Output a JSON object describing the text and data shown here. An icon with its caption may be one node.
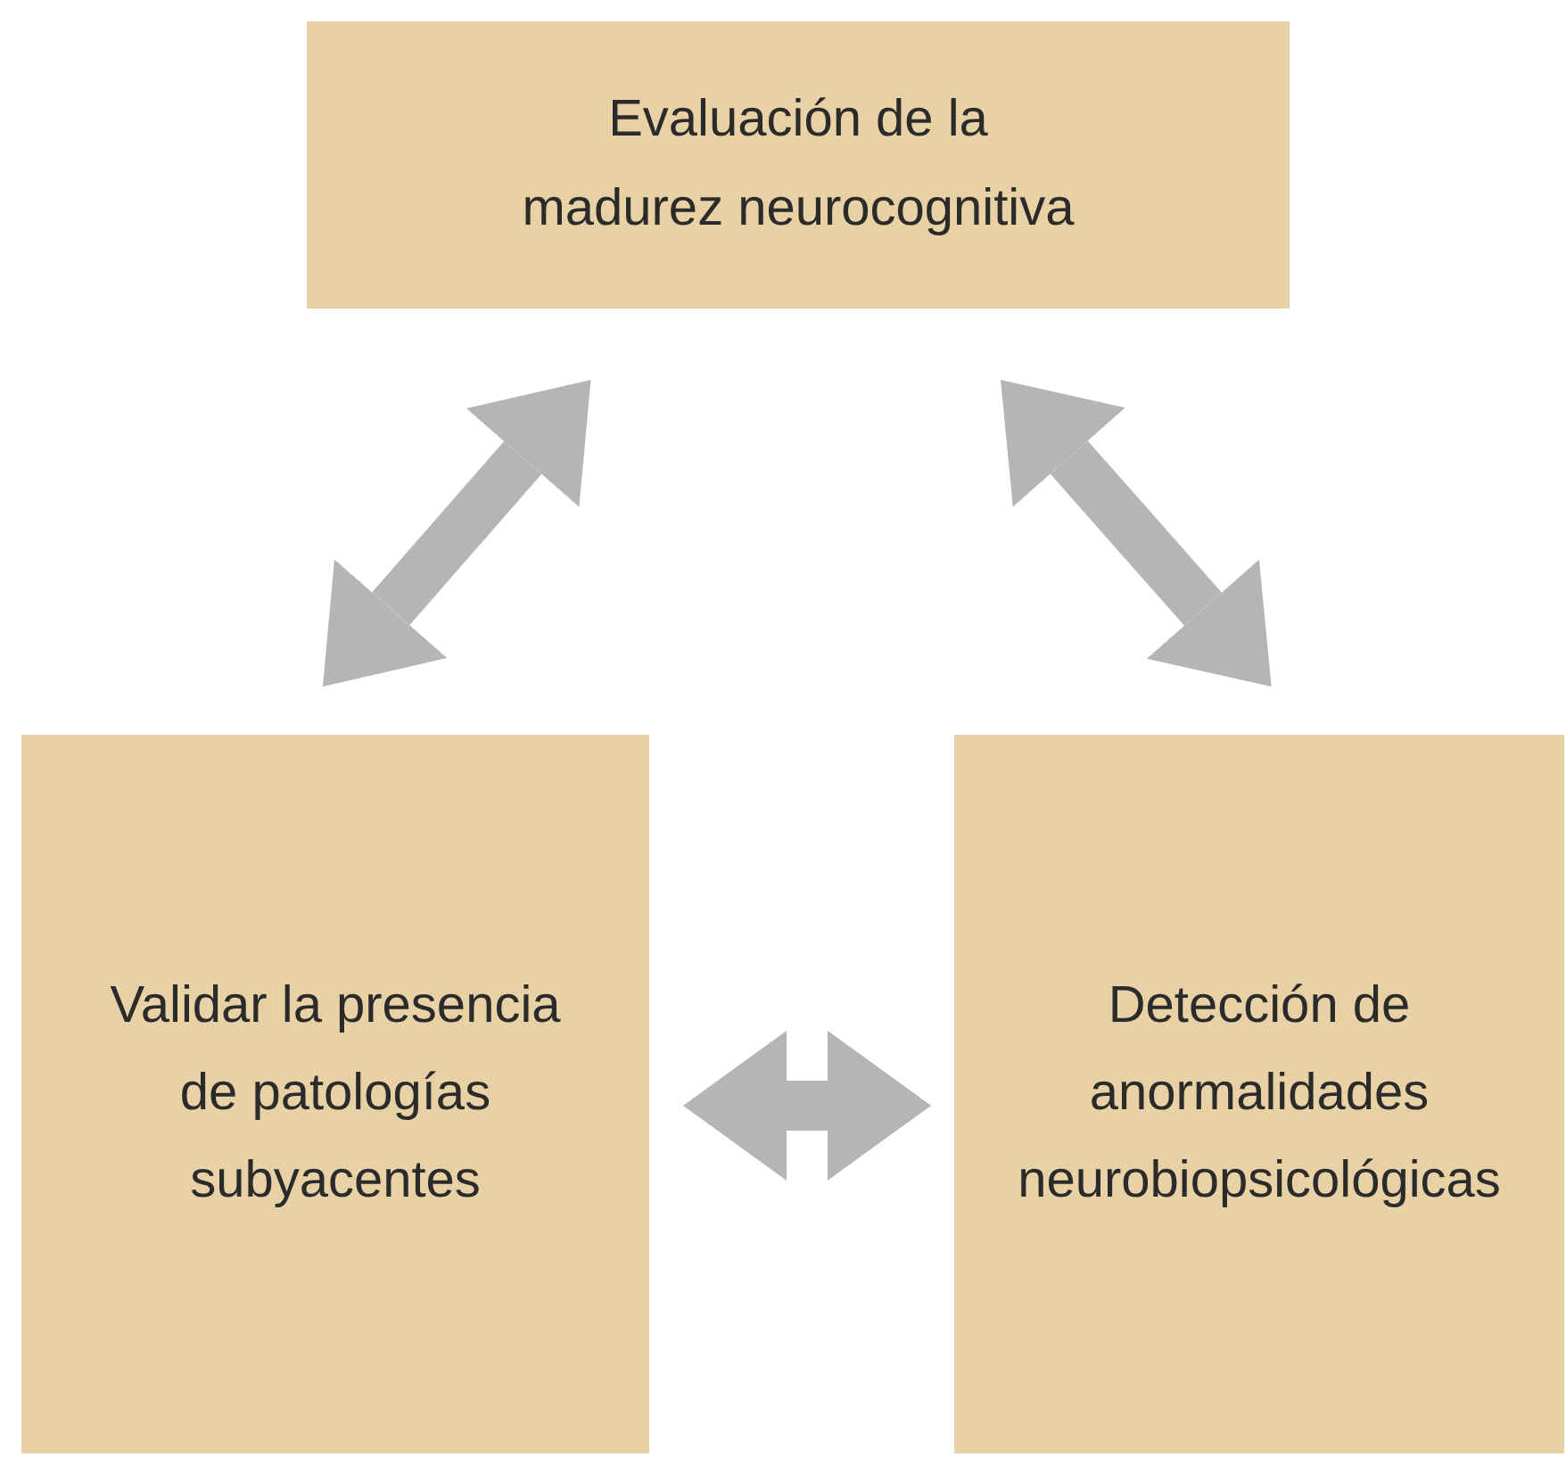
{
  "diagram": {
    "nodes": [
      {
        "text": [
          "Evaluación de la madurez neurocognitiva"
        ]
      },
      {
        "text": [
          "Validar la presencia de patologías subyacentes"
        ]
      },
      {
        "text": [
          "Detección de anormalidades neurobiopsicológicas"
        ]
      }
    ],
    "edges": [
      {
        "from": 0,
        "to": 1,
        "arrow": "both"
      },
      {
        "from": 0,
        "to": 2,
        "arrow": "both"
      },
      {
        "from": 1,
        "to": 2,
        "arrow": "both"
      }
    ]
  }
}
